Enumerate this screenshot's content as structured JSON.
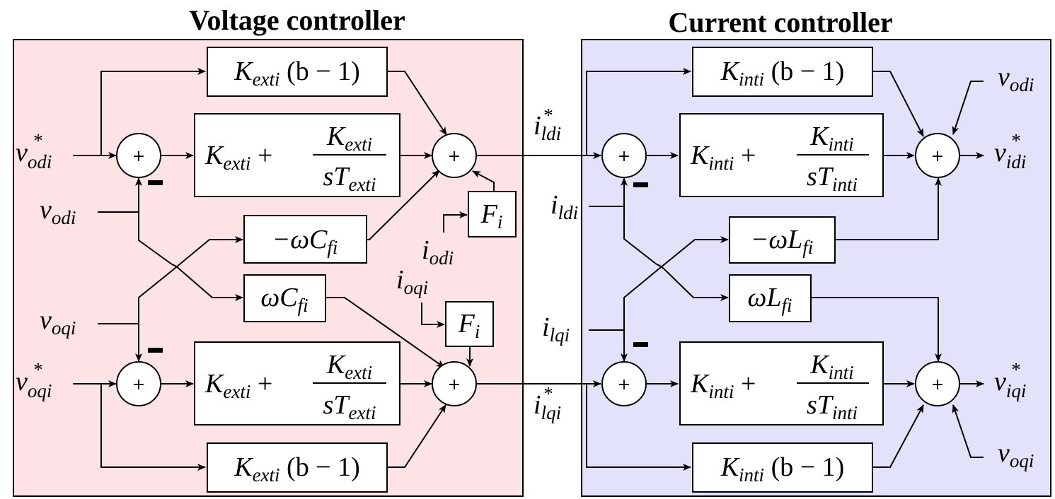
{
  "titles": {
    "voltage": "Voltage controller",
    "current": "Current controller"
  },
  "colors": {
    "voltage_bg": "#fde3e6",
    "current_bg": "#e2e2fb",
    "line": "#000000"
  },
  "symbols": {
    "plus": "+",
    "minus": "−"
  },
  "voltage": {
    "in_vod_ref": {
      "base": "v",
      "sub": "odi",
      "sup": "*"
    },
    "in_voq_ref": {
      "base": "v",
      "sub": "oqi",
      "sup": "*"
    },
    "in_vod": {
      "base": "v",
      "sub": "odi"
    },
    "in_voq": {
      "base": "v",
      "sub": "oqi"
    },
    "in_iod": {
      "base": "i",
      "sub": "odi"
    },
    "in_ioq": {
      "base": "i",
      "sub": "oqi"
    },
    "k_b_top": {
      "base": "K",
      "sub": "exti",
      "rest": " (b − 1)"
    },
    "k_b_bot": {
      "base": "K",
      "sub": "exti",
      "rest": " (b − 1)"
    },
    "pi_top": {
      "k": "K",
      "k_sub": "exti",
      "num": "K",
      "num_sub": "exti",
      "den": "sT",
      "den_sub": "exti"
    },
    "pi_bot": {
      "k": "K",
      "k_sub": "exti",
      "num": "K",
      "num_sub": "exti",
      "den": "sT",
      "den_sub": "exti"
    },
    "neg_wc": {
      "base": "−ωC",
      "sub": "fi"
    },
    "wc": {
      "base": "ωC",
      "sub": "fi"
    },
    "ff_top": {
      "base": "F",
      "sub": "i"
    },
    "ff_bot": {
      "base": "F",
      "sub": "i"
    }
  },
  "current": {
    "ild_ref": {
      "base": "i",
      "sub": "ldi",
      "sup": "*"
    },
    "ilq_ref": {
      "base": "i",
      "sub": "lqi",
      "sup": "*"
    },
    "in_ild": {
      "base": "i",
      "sub": "ldi"
    },
    "in_ilq": {
      "base": "i",
      "sub": "lqi"
    },
    "in_vod": {
      "base": "v",
      "sub": "odi"
    },
    "in_voq": {
      "base": "v",
      "sub": "oqi"
    },
    "out_vid": {
      "base": "v",
      "sub": "idi",
      "sup": "*"
    },
    "out_viq": {
      "base": "v",
      "sub": "iqi",
      "sup": "*"
    },
    "k_b_top": {
      "base": "K",
      "sub": "inti",
      "rest": " (b − 1)"
    },
    "k_b_bot": {
      "base": "K",
      "sub": "inti",
      "rest": " (b − 1)"
    },
    "pi_top": {
      "k": "K",
      "k_sub": "inti",
      "num": "K",
      "num_sub": "inti",
      "den": "sT",
      "den_sub": "inti"
    },
    "pi_bot": {
      "k": "K",
      "k_sub": "inti",
      "num": "K",
      "num_sub": "inti",
      "den": "sT",
      "den_sub": "inti"
    },
    "neg_wl": {
      "base": "−ωL",
      "sub": "fi"
    },
    "wl": {
      "base": "ωL",
      "sub": "fi"
    }
  }
}
